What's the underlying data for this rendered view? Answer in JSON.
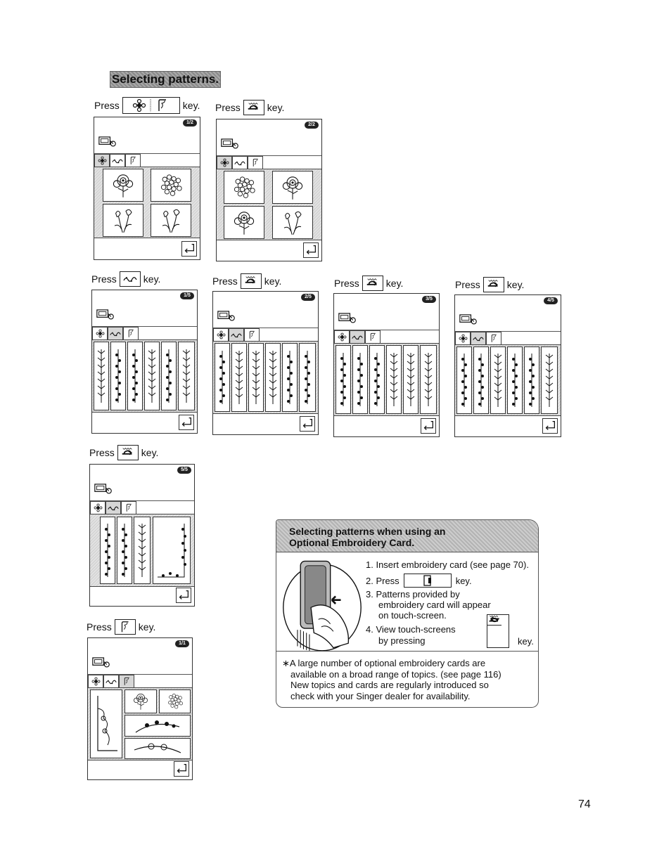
{
  "heading": "Selecting patterns.",
  "captions": {
    "press": "Press",
    "key": "key."
  },
  "screens": [
    {
      "badge": "1/2"
    },
    {
      "badge": "2/2"
    },
    {
      "badge": "1/5"
    },
    {
      "badge": "2/5"
    },
    {
      "badge": "3/5"
    },
    {
      "badge": "4/5"
    },
    {
      "badge": "5/5"
    },
    {
      "badge": "1/1"
    }
  ],
  "card_section": {
    "title_line1": "Selecting patterns when using an",
    "title_line2": "Optional Embroidery Card.",
    "step1": "1. Insert embroidery card (see page 70).",
    "step2_a": "2. Press",
    "step2_b": "key.",
    "step3_a": "3. Patterns provided by",
    "step3_b": "embroidery card will appear",
    "step3_c": "on touch-screen.",
    "step4_a": "4. View touch-screens",
    "step4_b": "by pressing",
    "step4_key": "key.",
    "note_1": "∗A large number of optional embroidery cards are",
    "note_2": "available on a broad range of topics. (see page 116)",
    "note_3": "New topics and cards are regularly introduced so",
    "note_4": "check with your Singer dealer for availability."
  },
  "page_number": "74"
}
